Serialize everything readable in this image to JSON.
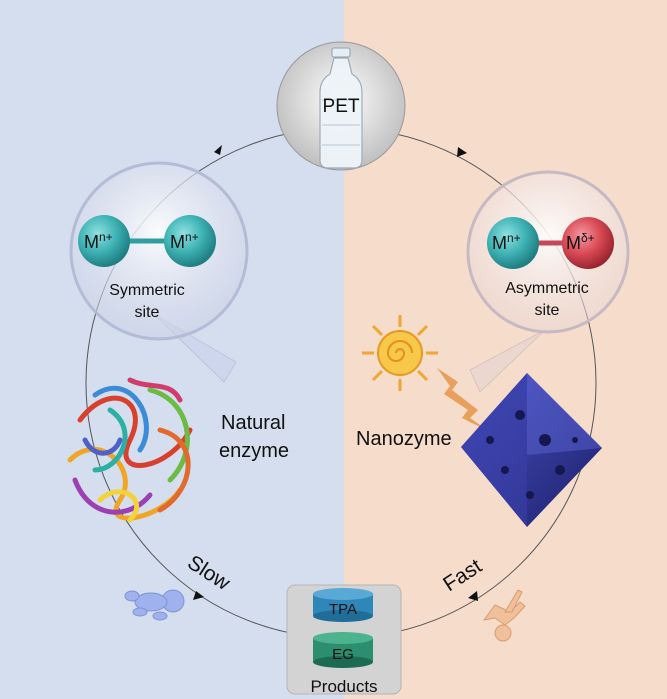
{
  "top": {
    "label": "PET"
  },
  "left_site": {
    "atom_left": "M",
    "atom_left_sup": "n+",
    "atom_right": "M",
    "atom_right_sup": "n+",
    "line1": "Symmetric",
    "line2": "site"
  },
  "right_site": {
    "atom_left": "M",
    "atom_left_sup": "n+",
    "atom_right": "M",
    "atom_right_sup": "δ+",
    "line1": "Asymmetric",
    "line2": "site"
  },
  "natural": {
    "line1": "Natural",
    "line2": "enzyme"
  },
  "nano": {
    "label": "Nanozyme"
  },
  "speed": {
    "slow": "Slow",
    "fast": "Fast"
  },
  "products": {
    "tpa": "TPA",
    "eg": "EG",
    "label": "Products"
  },
  "colors": {
    "left_bg": "#d4deef",
    "right_bg": "#f6dccb",
    "teal": "#3fb3b5",
    "red": "#d94a55",
    "octa": "#2b2f8f"
  },
  "icons": {
    "bottle": "bottle-icon",
    "sun": "sun-icon",
    "lightning": "lightning-icon",
    "baby": "baby-icon",
    "runner": "runner-icon"
  }
}
